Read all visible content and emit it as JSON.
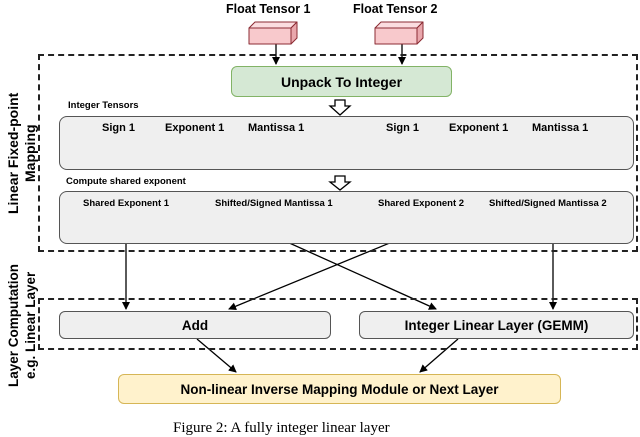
{
  "inputs": {
    "tensor1": "Float Tensor 1",
    "tensor2": "Float Tensor 2"
  },
  "unpack": {
    "label": "Unpack To Integer"
  },
  "mapping_section": {
    "label_line1": "Linear Fixed-point",
    "label_line2": "Mapping"
  },
  "integer_tensors": {
    "caption": "Integer Tensors",
    "items": [
      "Sign 1",
      "Exponent 1",
      "Mantissa 1",
      "Sign 1",
      "Exponent 1",
      "Mantissa 1"
    ]
  },
  "shared": {
    "caption": "Compute shared exponent",
    "items": [
      "Shared Exponent 1",
      "Shifted/Signed Mantissa 1",
      "Shared Exponent 2",
      "Shifted/Signed Mantissa 2"
    ]
  },
  "computation_section": {
    "label_line1": "Layer Computation",
    "label_line2": "e.g. Linear Layer"
  },
  "ops": {
    "add": "Add",
    "gemm": "Integer Linear Layer (GEMM)"
  },
  "next": {
    "label": "Non-linear Inverse Mapping Module or Next Layer"
  },
  "caption": {
    "text": "Figure 2: A fully integer linear layer"
  },
  "colors": {
    "cube_front": "#f8c9cc",
    "cube_top": "#fbdde0",
    "cube_side": "#e9a7ac",
    "cube_edge": "#8b2b33",
    "unpack_fill": "#d5e8d4",
    "unpack_border": "#82b366",
    "next_fill": "#fff2cc",
    "next_border": "#d6b656",
    "panel_fill": "#efefef"
  }
}
